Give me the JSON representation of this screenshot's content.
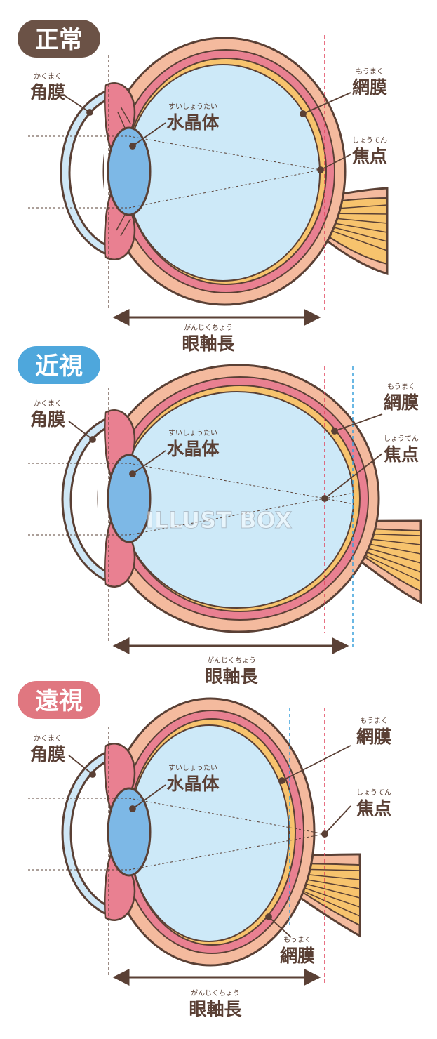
{
  "watermark": "ILLUST BOX",
  "colors": {
    "outer": "#f4ba9e",
    "red": "#e98091",
    "orange": "#f7c36d",
    "vitreous": "#cde9f8",
    "lens": "#7db8e6",
    "cornea": "#cfe7f6",
    "outline": "#5a4035",
    "badge_normal": "#6b5246",
    "badge_myopia": "#4ea7dc",
    "badge_hyperopia": "#e07780",
    "line_red": "#e0425a",
    "line_blue": "#3aa0dc"
  },
  "panels": {
    "normal": {
      "badge": "正常",
      "cornea": {
        "ruby": "かくまく",
        "text": "角膜"
      },
      "lens": {
        "ruby": "すいしょうたい",
        "text": "水晶体"
      },
      "retina": {
        "ruby": "もうまく",
        "text": "網膜"
      },
      "focus": {
        "ruby": "しょうてん",
        "text": "焦点"
      },
      "axial": {
        "ruby": "がんじくちょう",
        "text": "眼軸長"
      }
    },
    "myopia": {
      "badge": "近視",
      "cornea": {
        "ruby": "かくまく",
        "text": "角膜"
      },
      "lens": {
        "ruby": "すいしょうたい",
        "text": "水晶体"
      },
      "retina": {
        "ruby": "もうまく",
        "text": "網膜"
      },
      "focus": {
        "ruby": "しょうてん",
        "text": "焦点"
      },
      "axial": {
        "ruby": "がんじくちょう",
        "text": "眼軸長"
      }
    },
    "hyperopia": {
      "badge": "遠視",
      "cornea": {
        "ruby": "かくまく",
        "text": "角膜"
      },
      "lens": {
        "ruby": "すいしょうたい",
        "text": "水晶体"
      },
      "retina_top": {
        "ruby": "もうまく",
        "text": "網膜"
      },
      "focus": {
        "ruby": "しょうてん",
        "text": "焦点"
      },
      "retina_bottom": {
        "ruby": "もうまく",
        "text": "網膜"
      },
      "axial": {
        "ruby": "がんじくちょう",
        "text": "眼軸長"
      }
    }
  }
}
